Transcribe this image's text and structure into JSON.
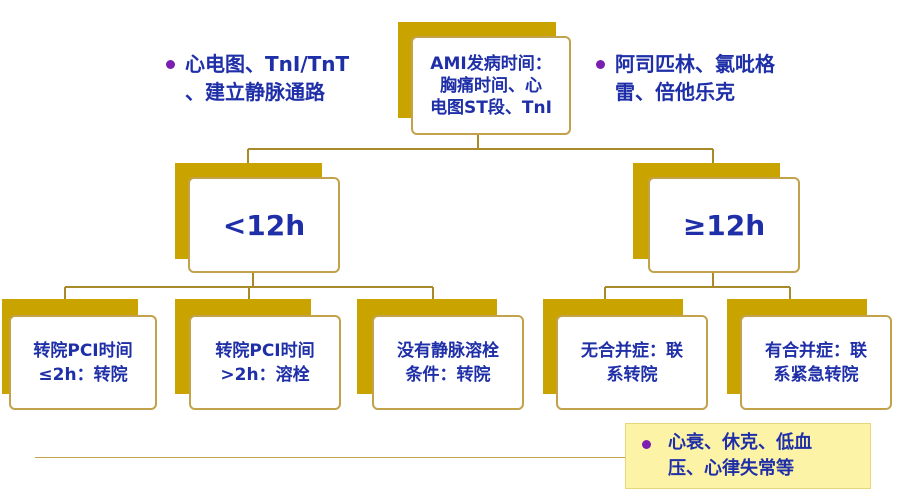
{
  "root": {
    "lines": [
      "AMI发病时间：",
      "胸痛时间、心",
      "电图ST段、TnI"
    ]
  },
  "note_left": {
    "lines": [
      "心电图、TnI/TnT",
      "、建立静脉通路"
    ]
  },
  "note_right": {
    "lines": [
      "阿司匹林、氯吡格",
      "雷、倍他乐克"
    ]
  },
  "branch_left": {
    "label": "<12h"
  },
  "branch_right": {
    "label": "≥12h"
  },
  "leaves": [
    {
      "lines": [
        "转院PCI时间",
        "≤2h：转院"
      ]
    },
    {
      "lines": [
        "转院PCI时间",
        ">2h：溶栓"
      ]
    },
    {
      "lines": [
        "没有静脉溶栓",
        "条件：转院"
      ]
    },
    {
      "lines": [
        "无合并症：联",
        "系转院"
      ]
    },
    {
      "lines": [
        "有合并症：联",
        "系紧急转院"
      ]
    }
  ],
  "callout": {
    "lines": [
      "心衰、休克、低血",
      "压、心律失常等"
    ]
  },
  "colors": {
    "accent": "#c9a400",
    "text": "#1f2fa8",
    "bullet": "#7a1fb0",
    "callout_bg": "#fdf3a6"
  }
}
